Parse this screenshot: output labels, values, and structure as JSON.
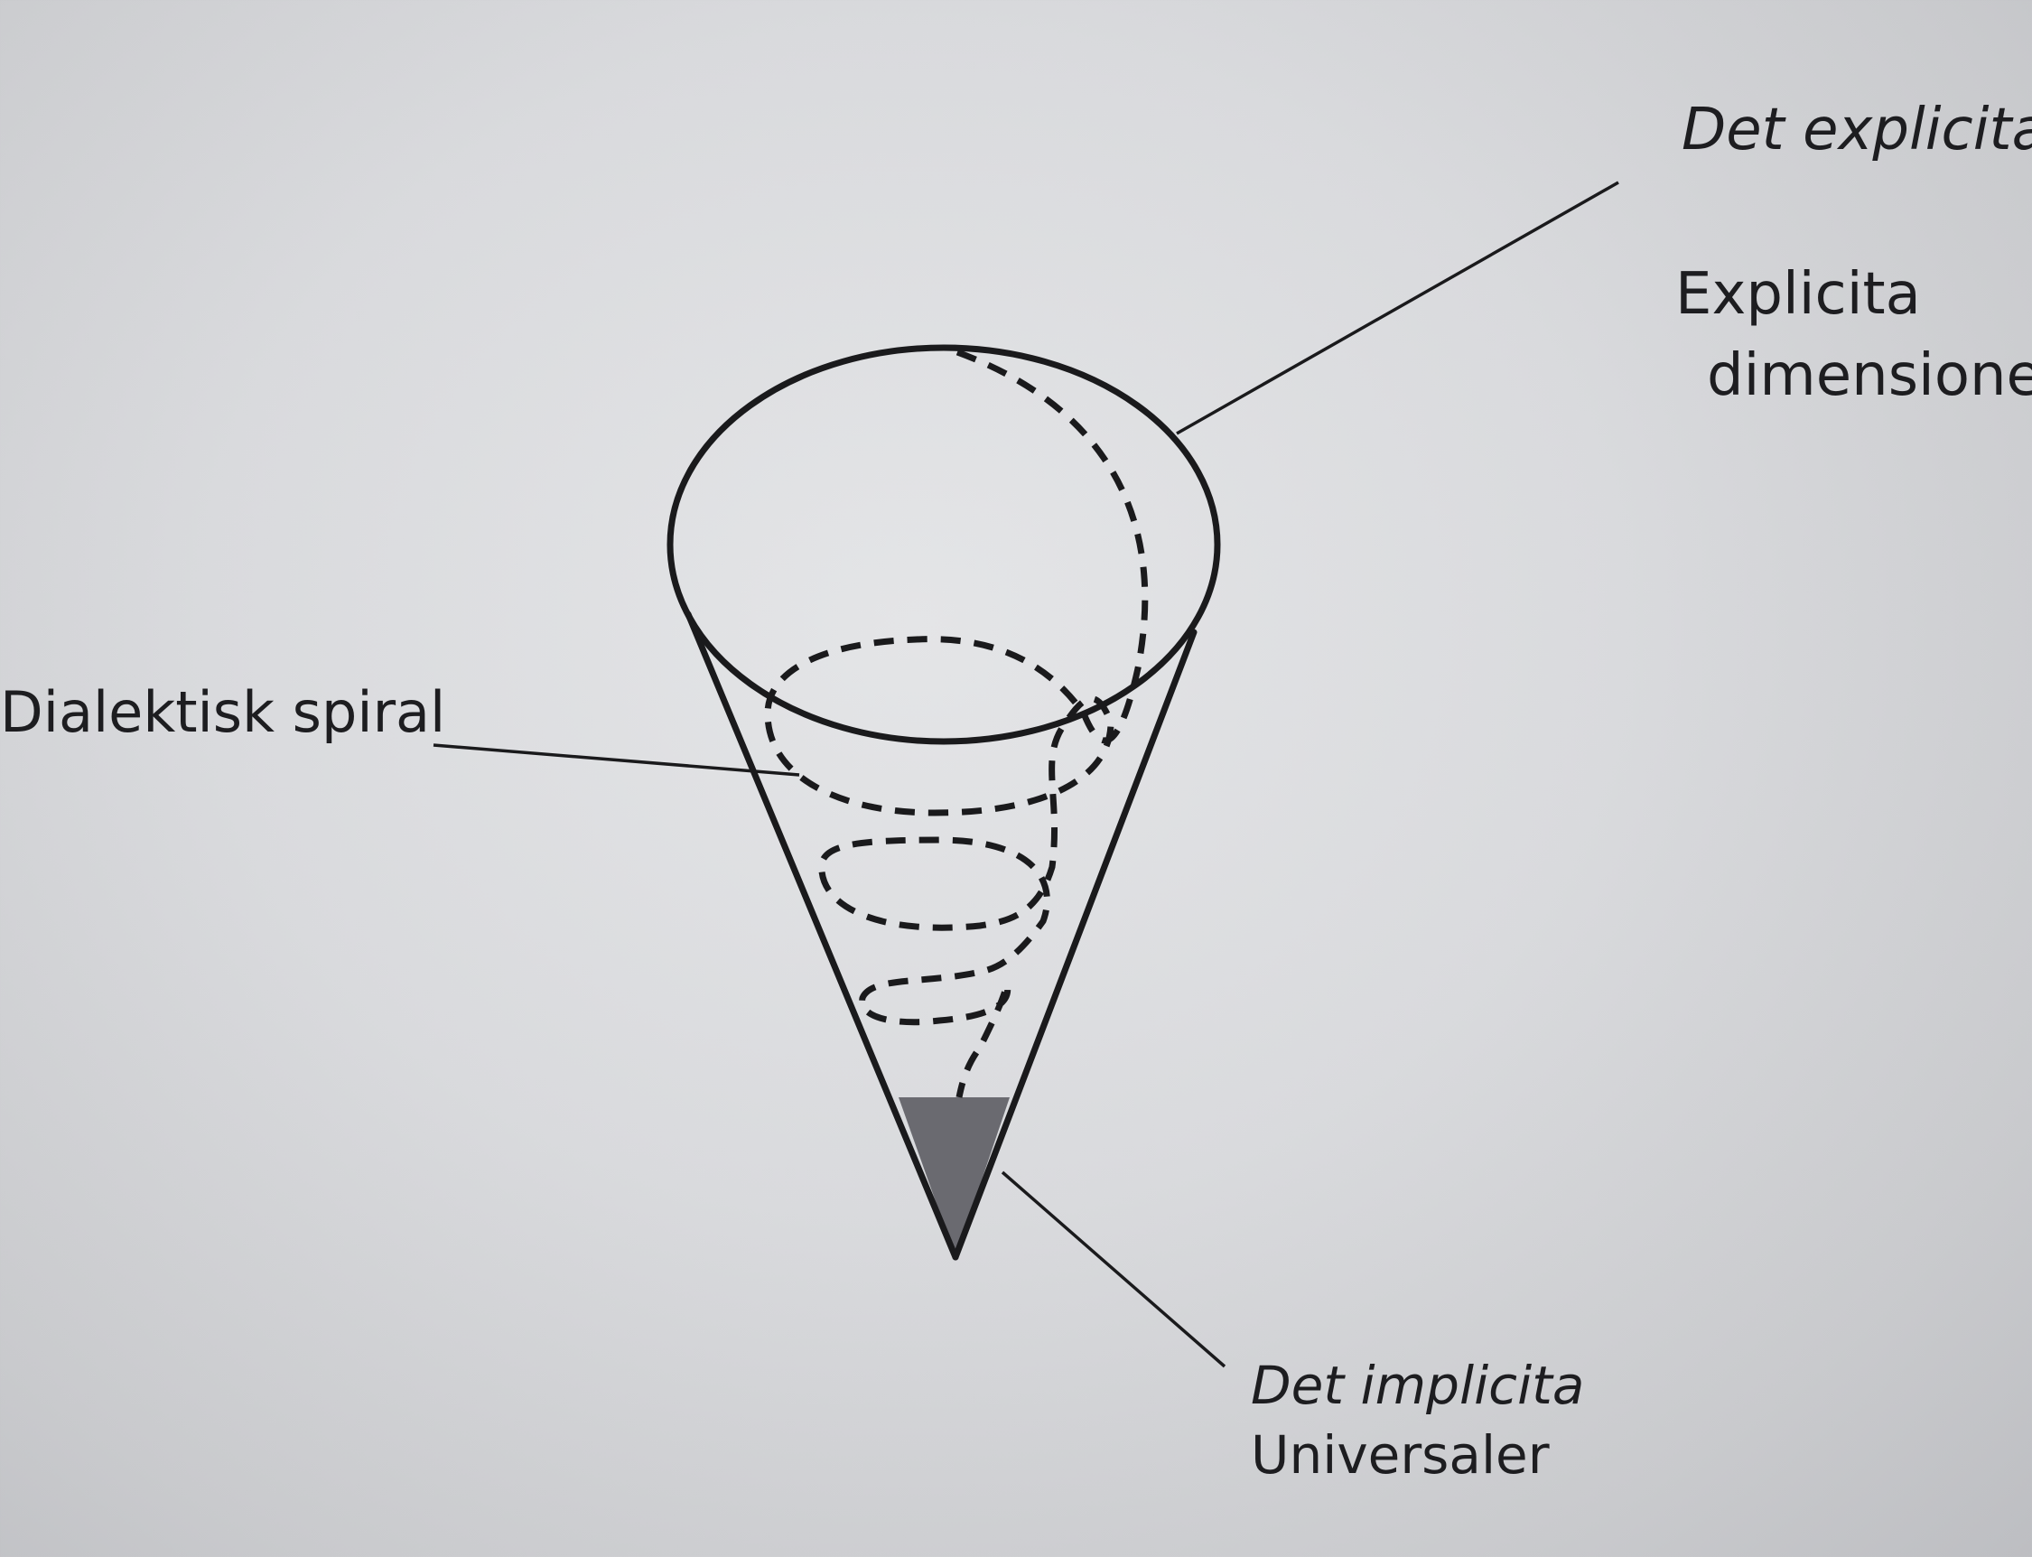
{
  "labels": {
    "explicit_title": "Det explicita",
    "explicit_sub_line1": "Explicita",
    "explicit_sub_line2": "dimensione",
    "spiral": "Dialektisk spiral",
    "implicit_title": "Det implicita",
    "implicit_sub": "Universaler"
  },
  "colors": {
    "line": "#1a1a1c",
    "tip_fill": "#6a6a70",
    "background": "#dcdde0"
  }
}
